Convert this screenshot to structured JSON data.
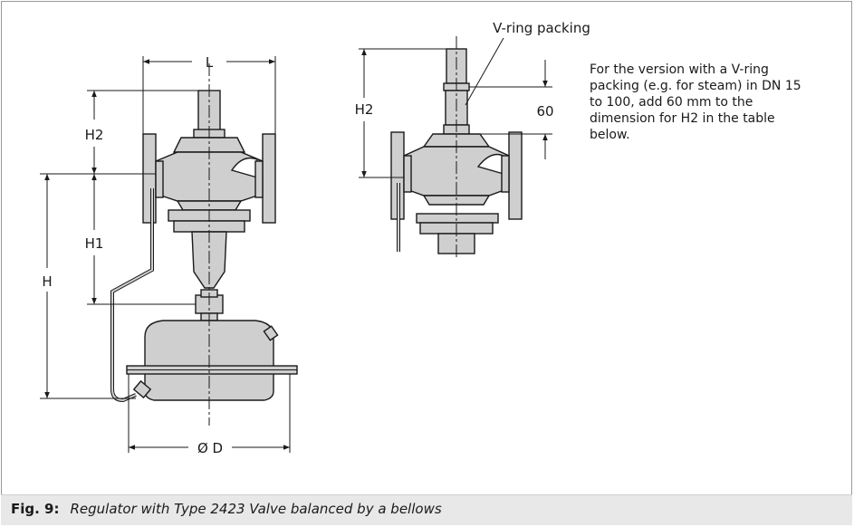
{
  "figure": {
    "dimension_labels": {
      "L": "L",
      "H2_left": "H2",
      "H1": "H1",
      "H": "H",
      "OD": "Ø D",
      "H2_right": "H2",
      "sixty": "60"
    },
    "callout": "V-ring packing",
    "note_lines": [
      "For the version with a V-ring",
      "packing (e.g. for steam) in DN 15",
      "to 100, add 60 mm to the",
      "dimension for H2 in the table",
      "below."
    ]
  },
  "caption": {
    "label": "Fig. 9:",
    "text": "Regulator with Type 2423 Valve balanced by a bellows"
  },
  "colors": {
    "body_fill": "#cfcfcf",
    "outline": "#1a1a1a",
    "caption_band": "#e8e8e8"
  }
}
